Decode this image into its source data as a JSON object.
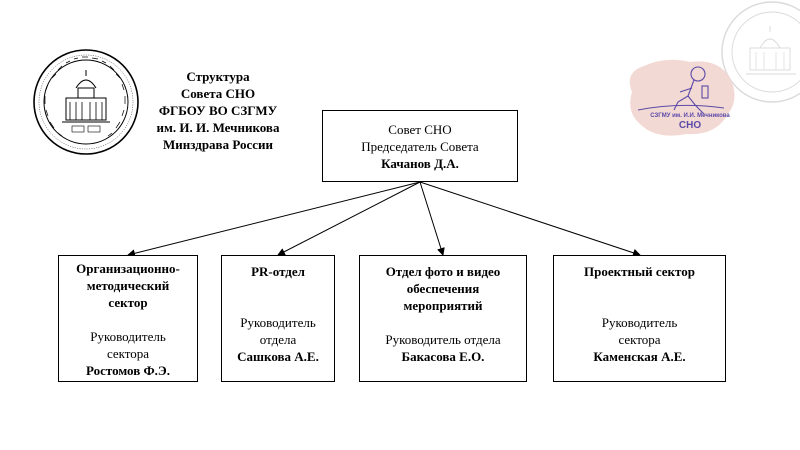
{
  "title": {
    "line1": "Структура",
    "line2": "Совета СНО",
    "line3": "ФГБОУ ВО СЗГМУ",
    "line4": "им. И. И. Мечникова",
    "line5": "Минздрава России"
  },
  "top_node": {
    "line1": "Совет СНО",
    "line2": "Председатель Совета",
    "head": "Качанов Д.А."
  },
  "nodes": [
    {
      "name_lines": [
        "Организационно-",
        "методический",
        "сектор"
      ],
      "role_lines": [
        "Руководитель",
        "сектора"
      ],
      "head": "Ростомов Ф.Э."
    },
    {
      "name_lines": [
        "PR-отдел"
      ],
      "role_lines": [
        "Руководитель",
        "отдела"
      ],
      "head": "Сашкова А.Е."
    },
    {
      "name_lines": [
        "Отдел фото и видео",
        "обеспечения",
        "мероприятий"
      ],
      "role_lines": [
        "Руководитель отдела"
      ],
      "head": "Бакасова Е.О."
    },
    {
      "name_lines": [
        "Проектный сектор"
      ],
      "role_lines": [
        "Руководитель",
        "сектора"
      ],
      "head": "Каменская А.Е."
    }
  ],
  "logos": {
    "left_seal": "university-seal-icon",
    "sno_caption_small": "СЗГМУ им. И.И. Мечникова",
    "sno_caption_big": "СНО",
    "sno_color": "#5b4aa8",
    "sno_bg_color": "#f3d9d4"
  }
}
